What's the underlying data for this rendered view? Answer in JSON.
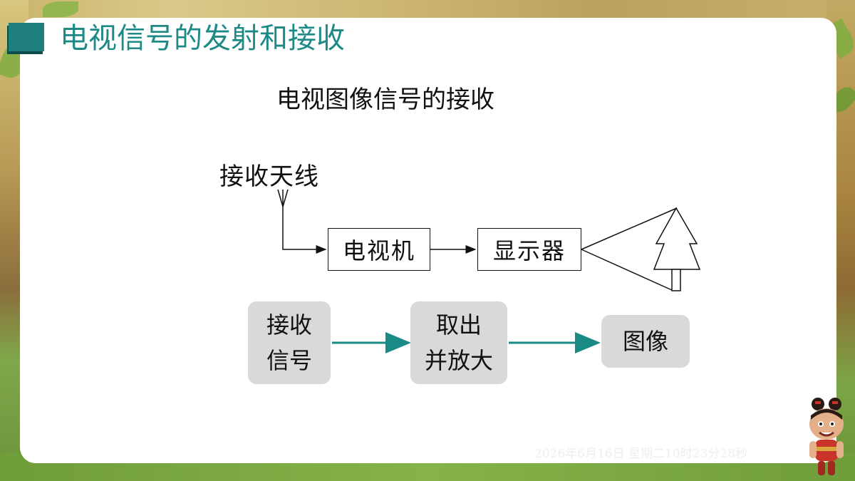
{
  "header": {
    "title": "电视信号的发射和接收"
  },
  "subtitle": "电视图像信号的接收",
  "diagram": {
    "antenna_label": "接收天线",
    "tv_box": "电视机",
    "display_box": "显示器",
    "tree_icon": "tree-icon"
  },
  "flow": {
    "step1_line1": "接收",
    "step1_line2": "信号",
    "step2_line1": "取出",
    "step2_line2": "并放大",
    "step3": "图像",
    "arrow_color": "#1a8a86"
  },
  "footer": {
    "timestamp": "2026年6月16日 星期二10时23分28秒"
  },
  "colors": {
    "accent": "#1e8a86",
    "flow_box_bg": "#d9d9d9"
  }
}
